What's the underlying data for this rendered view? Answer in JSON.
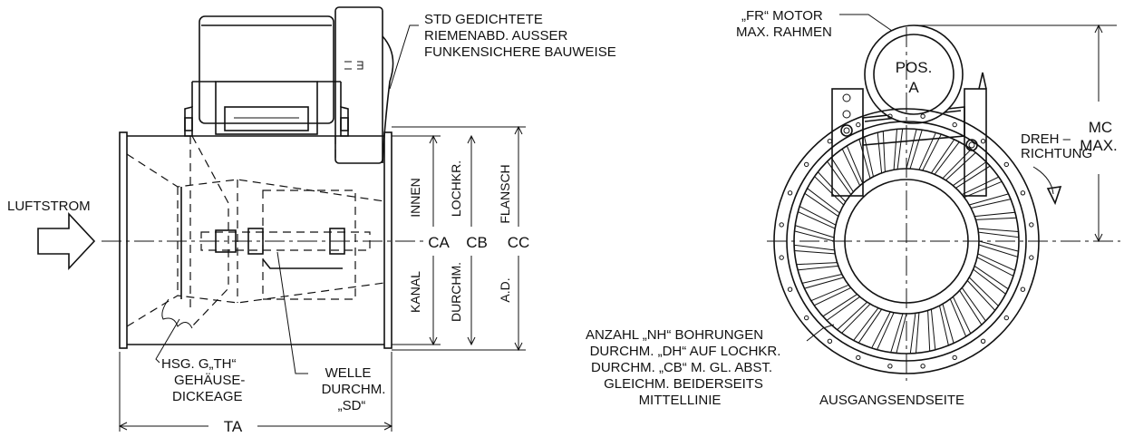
{
  "labels": {
    "std_cover": [
      "STD GEDICHTETE",
      "RIEMENABD. AUSSER",
      "FUNKENSICHERE BAUWEISE"
    ],
    "airflow": "LUFTSTROM",
    "innen": "INNEN",
    "kanal": "KANAL",
    "lochkr": "LOCHKR.",
    "durchm": "DURCHM.",
    "flansch": "FLANSCH",
    "ad": "A.D.",
    "ca": "CA",
    "cb": "CB",
    "cc": "CC",
    "housing": [
      "HSG. G„TH“",
      "GEHÄUSE-",
      "DICKEAGE"
    ],
    "shaft": [
      "WELLE",
      "DURCHM.",
      "„SD“"
    ],
    "ta": "TA",
    "motor": [
      "„FR“ MOTOR",
      "MAX. RAHMEN"
    ],
    "pos": [
      "POS.",
      "A"
    ],
    "rotation": [
      "DREH –",
      "RICHTUNG"
    ],
    "mc": [
      "MC",
      "MAX."
    ],
    "holes": [
      "ANZAHL „NH“ BOHRUNGEN",
      "DURCHM. „DH“ AUF LOCHKR.",
      "DURCHM. „CB“ M. GL. ABST.",
      "GLEICHM. BEIDERSEITS",
      "MITTELLINIE"
    ],
    "outlet_end": "AUSGANGSENDSEITE"
  },
  "colors": {
    "line": "#111111",
    "background": "#ffffff"
  }
}
